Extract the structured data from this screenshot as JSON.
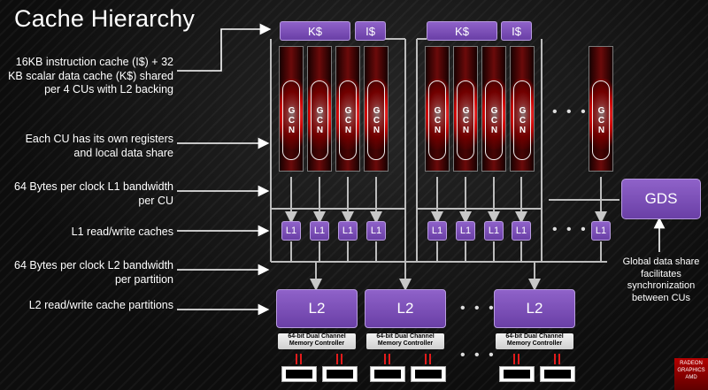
{
  "title": "Cache Hierarchy",
  "labels": {
    "icache": "16KB instruction cache (I$) + 32 KB scalar data cache (K$) shared per 4 CUs with L2 backing",
    "registers": "Each CU has its own registers and local data share",
    "l1_bandwidth": "64 Bytes per clock L1 bandwidth per CU",
    "l1_caches": "L1 read/write caches",
    "l2_bandwidth": "64 Bytes per clock L2 bandwidth per partition",
    "l2_partitions": "L2 read/write cache partitions",
    "gds_desc": "Global data share facilitates synchronization between CUs"
  },
  "blocks": {
    "k_cache": "K$",
    "i_cache": "I$",
    "cu": "GCN",
    "l1": "L1",
    "l2": "L2",
    "gds": "GDS",
    "memory_controller": "64-bit Dual Channel Memory Controller",
    "ellipsis": "• • •"
  },
  "logo": "RADEON GRAPHICS AMD"
}
